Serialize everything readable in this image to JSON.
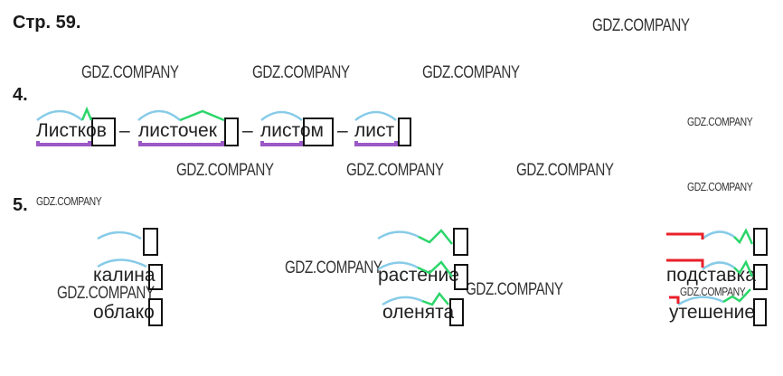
{
  "header": {
    "title": "Стр. 59."
  },
  "watermark": "GDZ.COMPANY",
  "task4": {
    "number": "4.",
    "words": [
      "Листков",
      "листочек",
      "листом",
      "лист"
    ],
    "dash": "–"
  },
  "task5": {
    "number": "5.",
    "words": [
      "калина",
      "облако",
      "растение",
      "оленята",
      "подставка",
      "утешение"
    ]
  },
  "colors": {
    "root": "#87cbe8",
    "suffix": "#2bd66a",
    "base": "#9b59c6",
    "prefix": "#e8202a",
    "ending": "#111111"
  }
}
